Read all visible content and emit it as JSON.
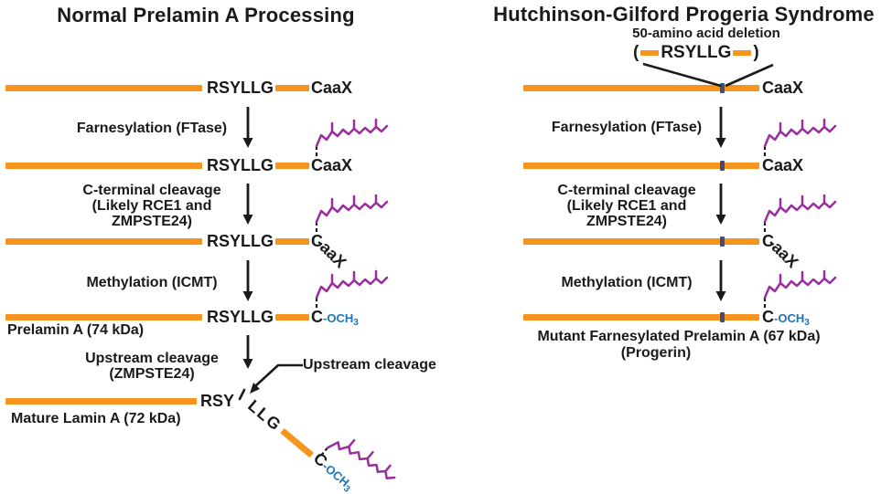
{
  "colors": {
    "bar_orange": "#F7941D",
    "farnesyl_purple": "#9A2E9E",
    "methyl_blue": "#1B75BC",
    "ink_black": "#1c191a",
    "deletion_tick_navy": "#3E4E78"
  },
  "left": {
    "title": "Normal Prelamin A Processing",
    "rsyllg": "RSYLLG",
    "caax": "CaaX",
    "c": "C",
    "och": "-OCH",
    "och_sub": "3",
    "aax": "-aaX",
    "step_farnesylation": "Farnesylation (FTase)",
    "step_cterm_1": "C-terminal cleavage",
    "step_cterm_2": "(Likely RCE1 and",
    "step_cterm_3": "ZMPSTE24)",
    "step_methylation": "Methylation (ICMT)",
    "step_upstream_1": "Upstream cleavage",
    "step_upstream_2": "(ZMPSTE24)",
    "upstream_annotation": "Upstream cleavage",
    "prelamin_caption": "Prelamin A (74 kDa)",
    "mature_caption": "Mature Lamin A (72 kDa)",
    "rsy": "RSY",
    "llg": "LLG"
  },
  "right": {
    "title": "Hutchinson-Gilford Progeria Syndrome",
    "deletion_label": "50-amino acid deletion",
    "paren_open": "(",
    "rsyllg": "RSYLLG",
    "paren_close": ")",
    "caax": "CaaX",
    "c": "C",
    "och": "-OCH",
    "och_sub": "3",
    "aax": "-aaX",
    "step_farnesylation": "Farnesylation (FTase)",
    "step_cterm_1": "C-terminal cleavage",
    "step_cterm_2": "(Likely RCE1 and",
    "step_cterm_3": "ZMPSTE24)",
    "step_methylation": "Methylation (ICMT)",
    "caption_line1": "Mutant Farnesylated Prelamin A (67 kDa)",
    "caption_line2": "(Progerin)"
  }
}
